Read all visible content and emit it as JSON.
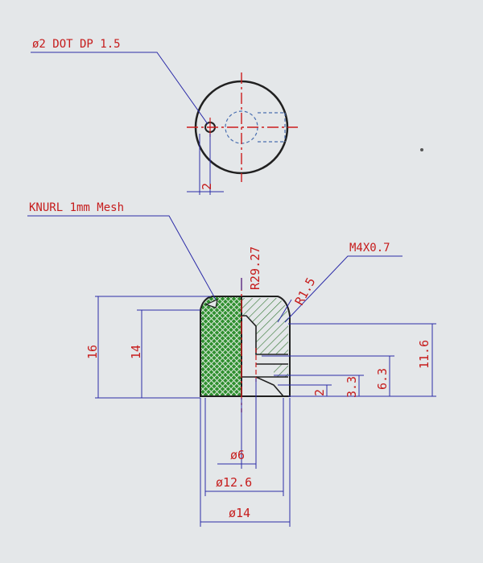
{
  "colors": {
    "paper": "#e4e7e9",
    "outline": "#202020",
    "dimension": "#2c2ca8",
    "centerline": "#cc1d1d",
    "text": "#c61c1c",
    "knurl_fill": "#2f8f2f",
    "hatch": "#3a7a3a"
  },
  "top_view": {
    "note": "ø2 DOT DP 1.5",
    "offset_dim": "2"
  },
  "section_view": {
    "knurl_note": "KNURL 1mm Mesh",
    "thread_note": "M4X0.7",
    "dim_overall_height": "16",
    "dim_knurl_height": "14",
    "dim_dome_radius": "R29.27",
    "dim_edge_radius": "R1.5",
    "dim_thread_depth": "11.6",
    "dim_thread_top": "6.3",
    "dim_bore_top": "3.3",
    "dim_bore_depth": "2",
    "dim_bore_dia": "ø6",
    "dim_inner_dia": "ø12.6",
    "dim_outer_dia": "ø14"
  }
}
